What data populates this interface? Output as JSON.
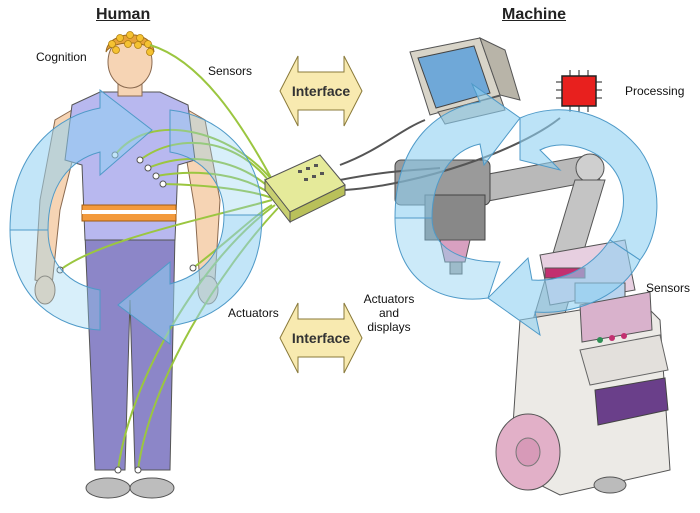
{
  "titles": {
    "human": "Human",
    "machine": "Machine"
  },
  "labels": {
    "cognition": "Cognition",
    "sensors_human": "Sensors",
    "actuators_human": "Actuators",
    "actuators_displays_line1": "Actuators",
    "actuators_displays_line2": "and",
    "actuators_displays_line3": "displays",
    "processing": "Processing",
    "sensors_machine": "Sensors"
  },
  "interface": {
    "top": "Interface",
    "bottom": "Interface"
  },
  "colors": {
    "interface_fill": "#f8eab0",
    "interface_stroke": "#8a7a3a",
    "cycle_arrow": "#8fd0f2",
    "wire": "#9bc640",
    "shirt": "#b8b8ef",
    "pants": "#8c86c8",
    "belt": "#f39a3c",
    "chip": "#e8201e"
  }
}
